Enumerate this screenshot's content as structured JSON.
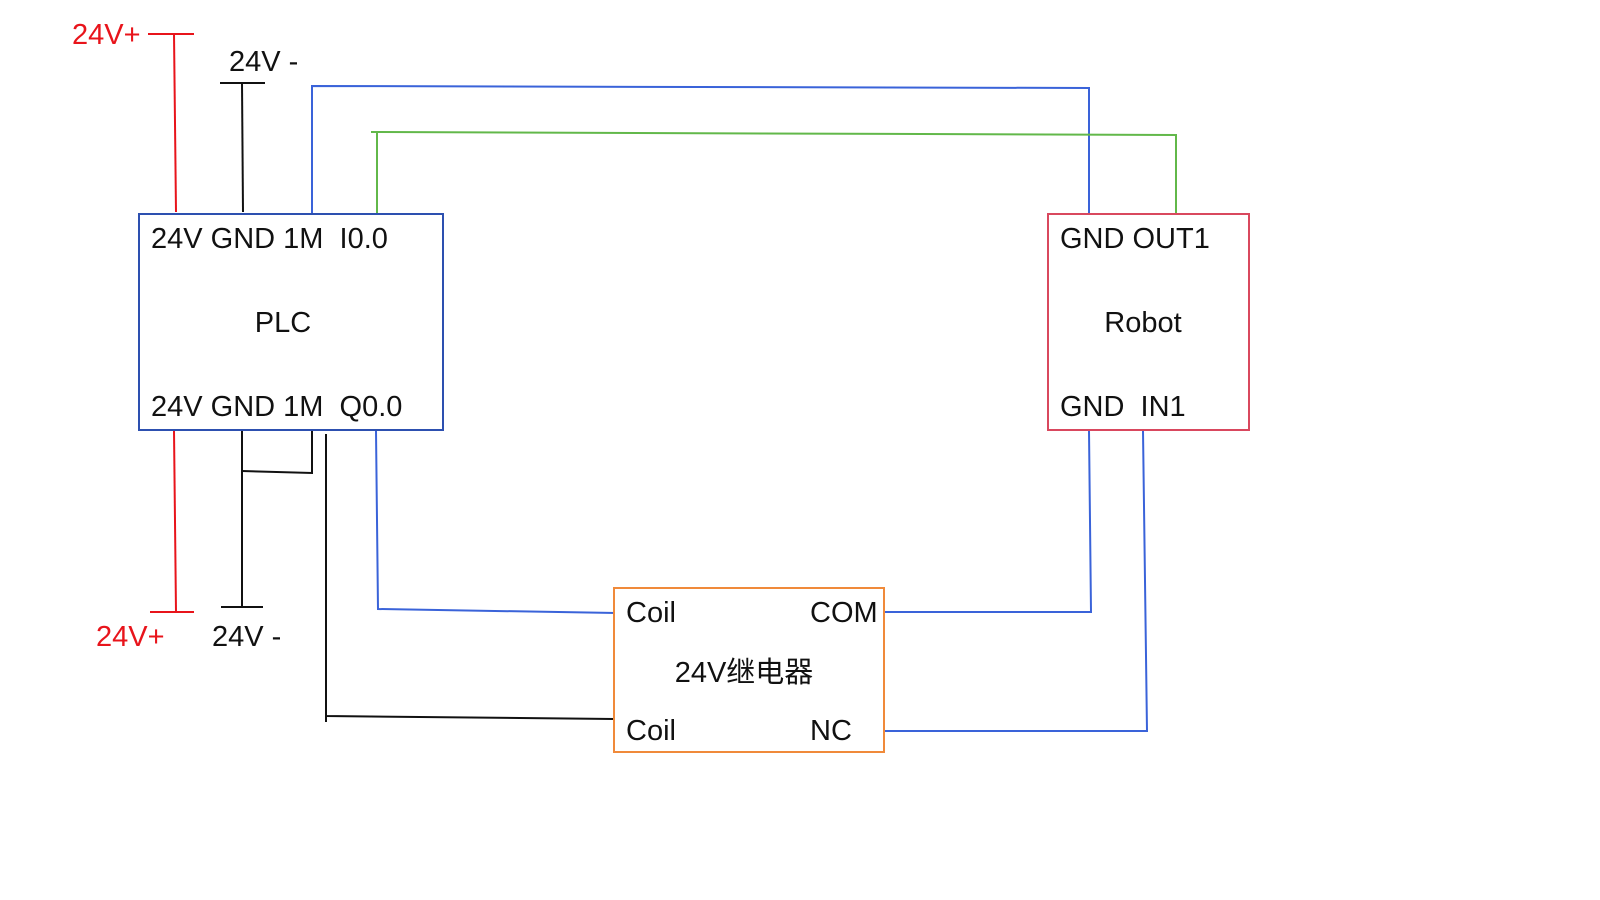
{
  "colors": {
    "power_positive": "#e8141b",
    "ground_black": "#111111",
    "signal_blue": "#3a63d9",
    "signal_green": "#62b84a",
    "plc_border": "#2d50b0",
    "robot_border": "#d9485e",
    "relay_border": "#f08a3a"
  },
  "supply": {
    "top_positive": "24V+",
    "top_negative": "24V -",
    "bottom_positive": "24V+",
    "bottom_negative": "24V -"
  },
  "plc": {
    "top_pins": "24V GND 1M  I0.0",
    "title": "PLC",
    "bottom_pins": "24V GND 1M  Q0.0"
  },
  "robot": {
    "top_pins": "GND OUT1",
    "title": "Robot",
    "bottom_pins": "GND  IN1"
  },
  "relay": {
    "coil_top": "Coil",
    "com": "COM",
    "title": "24V继电器",
    "coil_bottom": "Coil",
    "nc": "NC"
  }
}
